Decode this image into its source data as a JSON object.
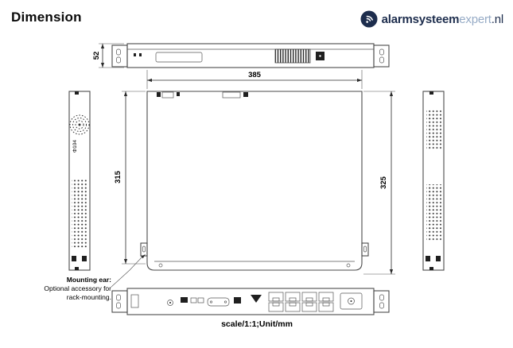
{
  "header": {
    "title": "Dimension"
  },
  "logo": {
    "brand_bold": "alarmsysteem",
    "brand_light": "expert",
    "brand_suffix": ".nl",
    "accent_dark": "#1d2d4d",
    "accent_light": "#96abc6"
  },
  "dimensions": {
    "front_height_mm": "52",
    "width_mm": "385",
    "depth_mm": "315",
    "overall_depth_mm": "325",
    "fan_diameter": "Φ104"
  },
  "notes": {
    "mounting_ear_title": "Mounting ear:",
    "mounting_ear_line2": "Optional accessory for",
    "mounting_ear_line3": "rack-mounting.",
    "scale": "scale/1:1;Unit/mm"
  }
}
